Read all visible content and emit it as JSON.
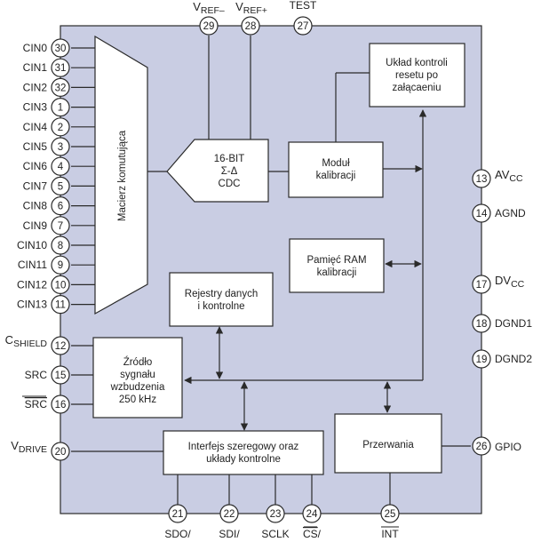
{
  "colors": {
    "chip_fill": "#c9cde3",
    "line": "#2a2a2a",
    "block_fill": "#ffffff"
  },
  "left_pins": [
    {
      "name": "CIN0",
      "num": "30"
    },
    {
      "name": "CIN1",
      "num": "31"
    },
    {
      "name": "CIN2",
      "num": "32"
    },
    {
      "name": "CIN3",
      "num": "1"
    },
    {
      "name": "CIN4",
      "num": "2"
    },
    {
      "name": "CIN5",
      "num": "3"
    },
    {
      "name": "CIN6",
      "num": "4"
    },
    {
      "name": "CIN7",
      "num": "5"
    },
    {
      "name": "CIN8",
      "num": "6"
    },
    {
      "name": "CIN9",
      "num": "7"
    },
    {
      "name": "CIN10",
      "num": "8"
    },
    {
      "name": "CIN11",
      "num": "9"
    },
    {
      "name": "CIN12",
      "num": "10"
    },
    {
      "name": "CIN13",
      "num": "11"
    }
  ],
  "left_other_pins": {
    "cshield": {
      "main": "C",
      "sub": "SHIELD",
      "num": "12"
    },
    "src": {
      "name": "SRC",
      "num": "15"
    },
    "src_bar": {
      "name": "SRC",
      "num": "16"
    },
    "vdrive": {
      "main": "V",
      "sub": "DRIVE",
      "num": "20"
    }
  },
  "top_pins": {
    "vref_minus": {
      "main": "V",
      "sub": "REF–",
      "num": "29"
    },
    "vref_plus": {
      "main": "V",
      "sub": "REF+",
      "num": "28"
    },
    "test": {
      "name": "TEST",
      "num": "27"
    }
  },
  "right_pins": {
    "avcc": {
      "main": "AV",
      "sub": "CC",
      "num": "13"
    },
    "agnd": {
      "name": "AGND",
      "num": "14"
    },
    "dvcc": {
      "main": "DV",
      "sub": "CC",
      "num": "17"
    },
    "dgnd1": {
      "name": "DGND1",
      "num": "18"
    },
    "dgnd2": {
      "name": "DGND2",
      "num": "19"
    },
    "gpio": {
      "name": "GPIO",
      "num": "26"
    }
  },
  "bottom_pins": {
    "sdo": {
      "name": "SDO/",
      "num": "21"
    },
    "sdi": {
      "name": "SDI/",
      "num": "22"
    },
    "sclk": {
      "name": "SCLK",
      "num": "23"
    },
    "cs": {
      "name": "CS",
      "suffix": "/",
      "num": "24"
    },
    "int": {
      "name": "INT",
      "num": "25"
    }
  },
  "blocks": {
    "mux": "Macierz komutująca",
    "cdc": [
      "16-BIT",
      "Σ-Δ",
      "CDC"
    ],
    "calib": [
      "Moduł",
      "kalibracji"
    ],
    "reset": [
      "Układ kontroli",
      "resetu po",
      "załącaeniu"
    ],
    "ram": [
      "Pamięć RAM",
      "kalibracji"
    ],
    "regs": [
      "Rejestry danych",
      "i kontrolne"
    ],
    "source": [
      "Źródło",
      "sygnału",
      "wzbudzenia",
      "250 kHz"
    ],
    "serial": [
      "Interfejs szeregowy oraz",
      "układy kontrolne"
    ],
    "interrupts": [
      "Przerwania"
    ]
  }
}
